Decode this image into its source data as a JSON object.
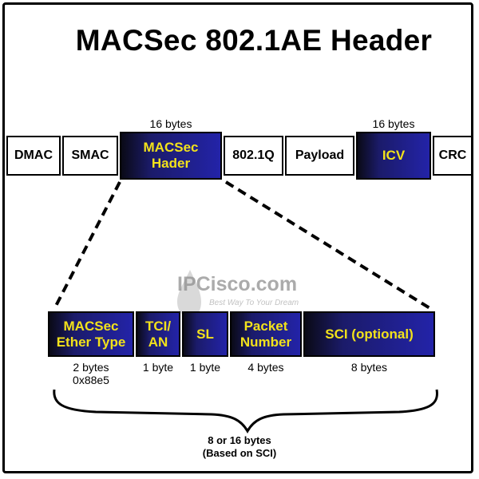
{
  "title": "MACSec 802.1AE Header",
  "frame_fields": [
    {
      "label": "DMAC",
      "style": "plain",
      "size": ""
    },
    {
      "label": "SMAC",
      "style": "plain",
      "size": ""
    },
    {
      "label": "MACSec\nHader",
      "style": "blue",
      "size": "16 bytes"
    },
    {
      "label": "802.1Q",
      "style": "plain",
      "size": ""
    },
    {
      "label": "Payload",
      "style": "plain",
      "size": ""
    },
    {
      "label": "ICV",
      "style": "blue",
      "size": "16 bytes"
    },
    {
      "label": "CRC",
      "style": "plain",
      "size": ""
    }
  ],
  "header_fields": [
    {
      "label": "MACSec\nEther Type",
      "size": "2 bytes\n0x88e5"
    },
    {
      "label": "TCI/\nAN",
      "size": "1 byte"
    },
    {
      "label": "SL",
      "size": "1 byte"
    },
    {
      "label": "Packet\nNumber",
      "size": "4 bytes"
    },
    {
      "label": "SCI (optional)",
      "size": "8 bytes"
    }
  ],
  "total_note": {
    "line1": "8 or 16 bytes",
    "line2": "(Based on SCI)"
  },
  "watermark": {
    "brand": "IPCisco.com",
    "tagline": "Best Way To Your Dream"
  },
  "colors": {
    "field_text": "#f2e21b",
    "field_bg": "#2323a8",
    "stroke": "#000000"
  }
}
